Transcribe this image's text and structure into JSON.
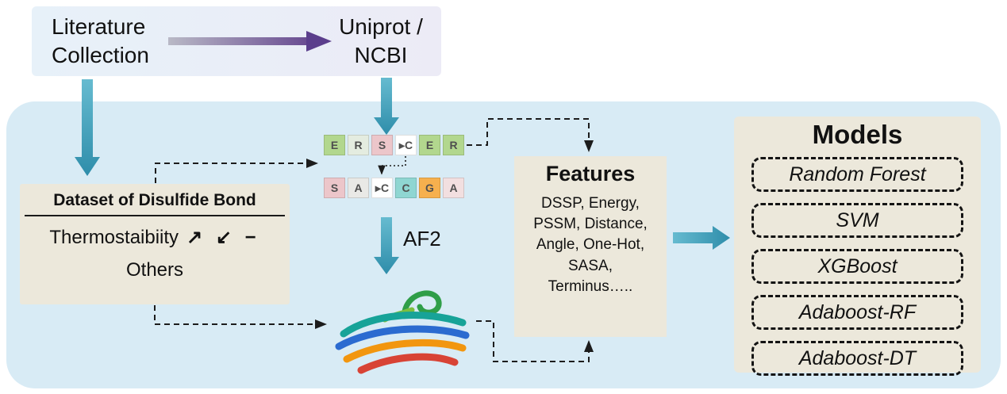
{
  "colors": {
    "panel_blue": "#d8ebf5",
    "panel_beige": "#ece8db",
    "teal_arrow": "#3f9fba",
    "purple_arrow": "#5b3e8c"
  },
  "top": {
    "literature_line1": "Literature",
    "literature_line2": "Collection",
    "uniprot_line1": "Uniprot /",
    "uniprot_line2": "NCBI"
  },
  "dataset": {
    "title": "Dataset of Disulfide Bond",
    "thermo_label": "Thermostaibiity",
    "thermo_symbols": "↗ ↙ −",
    "others": "Others"
  },
  "sequence": {
    "row1": [
      {
        "letter": "E",
        "color": "#b2d78e"
      },
      {
        "letter": "R",
        "color": "#e4ece0"
      },
      {
        "letter": "S",
        "color": "#ecc6ca"
      },
      {
        "letter": "▸C",
        "color": "#ffffff"
      },
      {
        "letter": "E",
        "color": "#b2d78e"
      },
      {
        "letter": "R",
        "color": "#b2d78e"
      }
    ],
    "row2": [
      {
        "letter": "S",
        "color": "#ecc6ca"
      },
      {
        "letter": "A",
        "color": "#e9e9e6"
      },
      {
        "letter": "▸C",
        "color": "#ffffff"
      },
      {
        "letter": "C",
        "color": "#8fd6d2"
      },
      {
        "letter": "G",
        "color": "#f6b04e"
      },
      {
        "letter": "A",
        "color": "#f2dfe0"
      }
    ]
  },
  "af2_label": "AF2",
  "features": {
    "title": "Features",
    "lines": [
      "DSSP, Energy,",
      "PSSM, Distance,",
      "Angle, One-Hot,",
      "SASA,",
      "Terminus….."
    ]
  },
  "models": {
    "title": "Models",
    "items": [
      "Random Forest",
      "SVM",
      "XGBoost",
      "Adaboost-RF",
      "Adaboost-DT"
    ]
  }
}
